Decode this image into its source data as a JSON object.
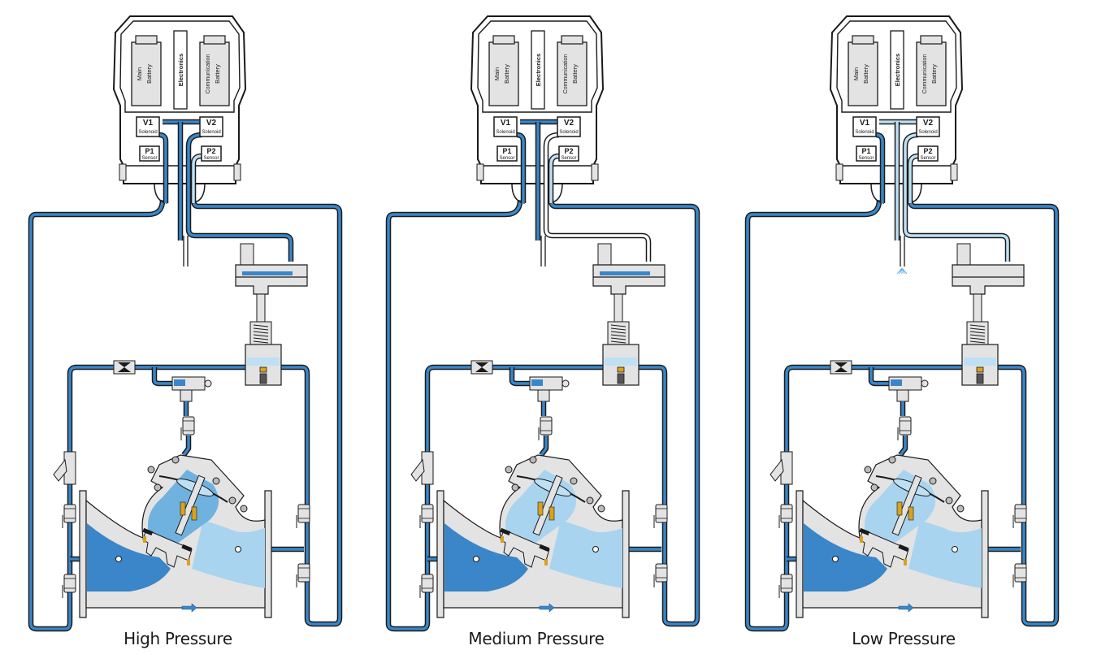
{
  "colors": {
    "water_dark": "#3a86c8",
    "water_light": "#a9d4ef",
    "water_mid": "#6fb2e0",
    "pipe_full": "#3a86c8",
    "pipe_light": "#bfe0f4",
    "pipe_empty": "#ffffff",
    "metal": "#e3e3e3",
    "outline": "#1a1a1a",
    "brass": "#d9a21e"
  },
  "controller": {
    "main_battery": [
      "Main",
      "Battery"
    ],
    "electronics": "Electronics",
    "comm_battery": [
      "Communication",
      "Battery"
    ],
    "v1": "V1",
    "v1_sub": "Solenoid",
    "v2": "V2",
    "v2_sub": "Solenoid",
    "p1": "P1",
    "p1_sub": "Sensor",
    "p2": "P2",
    "p2_sub": "Sensor"
  },
  "panels": [
    {
      "id": "high",
      "label": "High Pressure",
      "control_chamber": "full",
      "v1_line": "full",
      "v2_line": "full",
      "p2_line": "light",
      "vent": "none"
    },
    {
      "id": "medium",
      "label": "Medium Pressure",
      "control_chamber": "partial",
      "v1_line": "full",
      "v2_line": "empty",
      "p2_line": "light",
      "vent": "none"
    },
    {
      "id": "low",
      "label": "Low Pressure",
      "control_chamber": "light",
      "v1_line": "light",
      "v2_line": "light",
      "p2_line": "light",
      "vent": "venting"
    }
  ]
}
